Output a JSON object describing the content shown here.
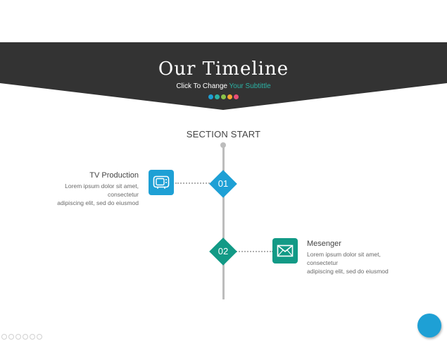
{
  "header": {
    "title": "Our Timeline",
    "subtitle_prefix": "Click To Change ",
    "subtitle_accent": "Your Subtittle",
    "banner_color": "#333333",
    "accent_color": "#2bb3a5",
    "dot_colors": [
      "#1ea0d5",
      "#2bb3a5",
      "#8bc34a",
      "#f7a531",
      "#e94e77"
    ]
  },
  "timeline": {
    "section_label": "SECTION START",
    "items": [
      {
        "number": "01",
        "title": "TV Production",
        "line1": "Lorem ipsum dolor sit amet,",
        "line2": "consectetur",
        "line3": "adipiscing elit, sed do eiusmod",
        "icon": "tv-icon",
        "color": "#1ea0d5"
      },
      {
        "number": "02",
        "title": "Mesenger",
        "line1": "Lorem ipsum dolor sit amet,",
        "line2": "consectetur",
        "line3": "adipiscing elit, sed do eiusmod",
        "icon": "envelope-icon",
        "color": "#129a86"
      }
    ]
  },
  "fab": {
    "icon": "circle-button-icon",
    "color": "#1ea0d5"
  },
  "toolbar": {
    "icons": [
      "prev-icon",
      "next-icon",
      "pen-icon",
      "grid-icon",
      "zoom-icon",
      "more-icon"
    ]
  }
}
